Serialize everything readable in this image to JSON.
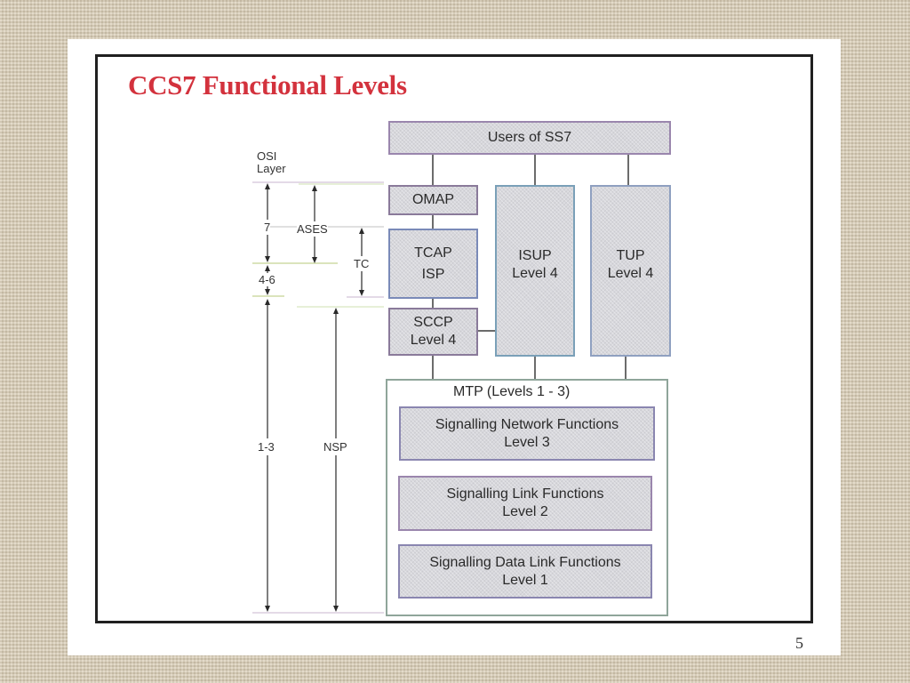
{
  "slide": {
    "title": "CCS7 Functional Levels",
    "page_number": "5"
  },
  "boxes": {
    "users": "Users of SS7",
    "omap": "OMAP",
    "tcap": "TCAP",
    "isp": "ISP",
    "sccp": "SCCP",
    "sccp_level": "Level 4",
    "isup": "ISUP",
    "isup_level": "Level 4",
    "tup": "TUP",
    "tup_level": "Level 4"
  },
  "mtp": {
    "title": "MTP (Levels 1 - 3)",
    "network_functions": "Signalling Network Functions",
    "network_level": "Level 3",
    "link_functions": "Signalling Link Functions",
    "link_level": "Level 2",
    "data_link_functions": "Signalling Data Link Functions",
    "data_link_level": "Level 1"
  },
  "scale": {
    "osi_line1": "OSI",
    "osi_line2": "Layer",
    "layer_7": "7",
    "layer_4_6": "4-6",
    "layer_1_3": "1-3",
    "ases": "ASES",
    "tc": "TC",
    "nsp": "NSP"
  }
}
